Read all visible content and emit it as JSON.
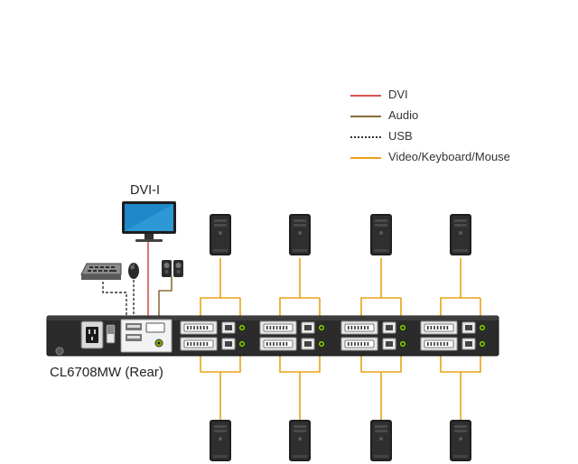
{
  "legend": [
    {
      "label": "DVI",
      "color": "#d9534f",
      "style": "solid"
    },
    {
      "label": "Audio",
      "color": "#8a6d3b",
      "style": "solid"
    },
    {
      "label": "USB",
      "color": "#333333",
      "style": "dashed"
    },
    {
      "label": "Video/Keyboard/Mouse",
      "color": "#e8a317",
      "style": "solid"
    }
  ],
  "labels": {
    "monitor": "DVI-I",
    "unit": "CL6708MW (Rear)"
  },
  "colors": {
    "dvi": "#d9534f",
    "audio": "#8a6d3b",
    "usb": "#333333",
    "vkm": "#e8a317",
    "panel": "#2b2b2b"
  },
  "icons": {
    "monitor": "monitor-icon",
    "keyboard": "keyboard-icon",
    "mouse": "mouse-icon",
    "speakers": "speakers-icon",
    "computer": "computer-tower-icon",
    "power": "power-socket-icon"
  }
}
